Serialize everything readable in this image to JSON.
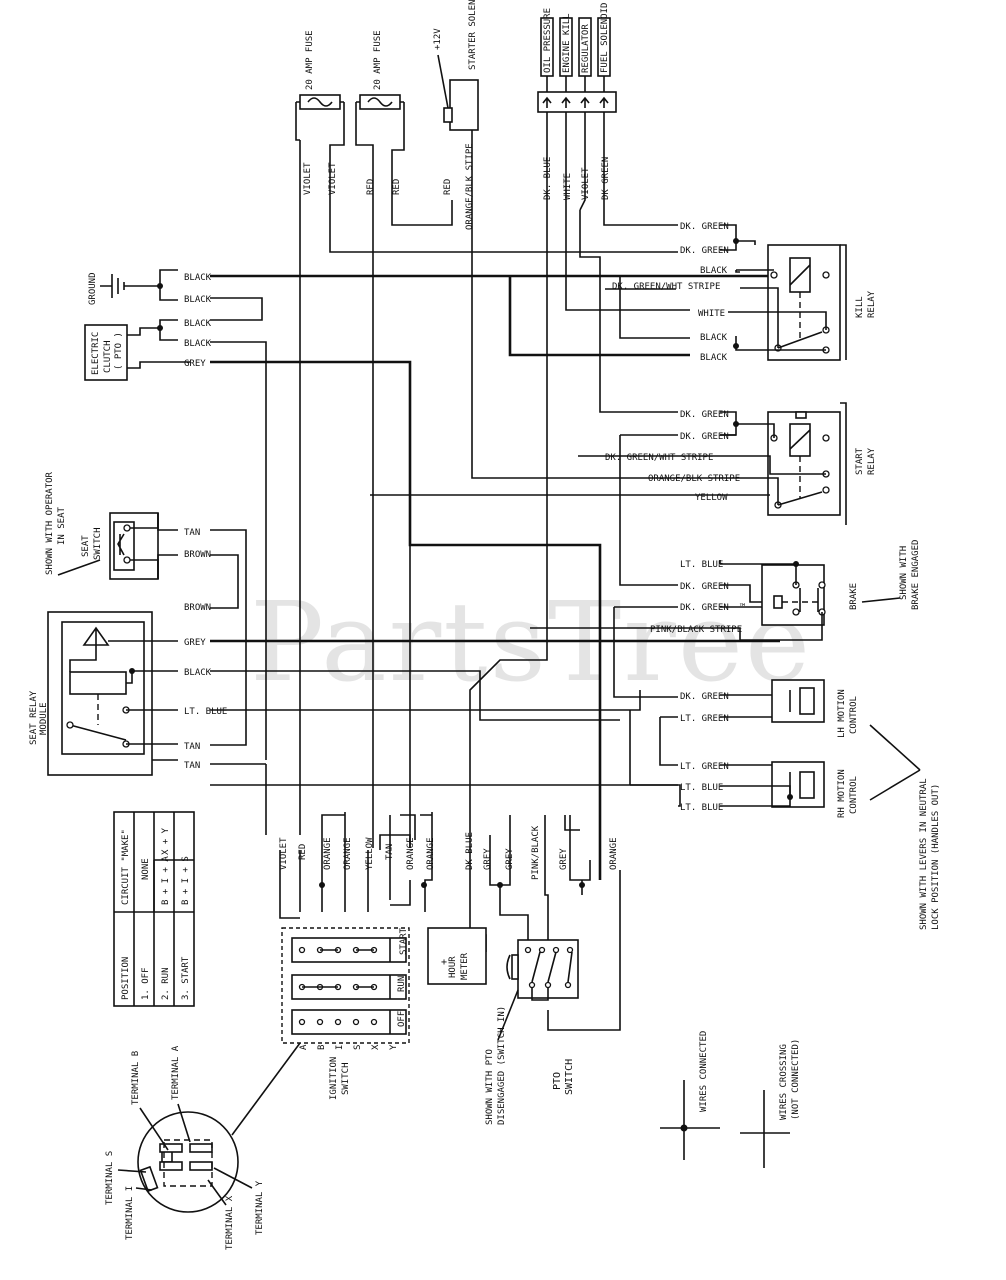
{
  "fuses": {
    "fuse1": "20 AMP FUSE",
    "fuse2": "20 AMP FUSE"
  },
  "starter": {
    "voltage": "+12V",
    "label": "STARTER SOLENOID"
  },
  "top_connector": [
    "OIL PRESSURE",
    "ENGINE KILL",
    "REGULATOR",
    "FUEL SOLENOID"
  ],
  "top_wires": {
    "violet1": "VIOLET",
    "violet2": "VIOLET",
    "red1": "RED",
    "red2": "RED",
    "red3": "RED",
    "orange_blk": "ORANGE/BLK STIPE",
    "dk_blue": "DK. BLUE",
    "white": "WHITE",
    "violet3": "VIOLET",
    "dk_green": "DK GREEN"
  },
  "left_rows": {
    "black1": "BLACK",
    "black2": "BLACK",
    "black3": "BLACK",
    "black4": "BLACK",
    "grey": "GREY",
    "tan1": "TAN",
    "brown1": "BROWN",
    "brown2": "BROWN",
    "grey2": "GREY",
    "black5": "BLACK",
    "lt_blue": "LT. BLUE",
    "tan2": "TAN",
    "tan3": "TAN"
  },
  "right_rows": {
    "dk_green1": "DK. GREEN",
    "dk_green2": "DK. GREEN",
    "black1": "BLACK",
    "dk_green_wht1": "DK. GREEN/WHT STRIPE",
    "white": "WHITE",
    "black2": "BLACK",
    "black3": "BLACK",
    "dk_green3": "DK. GREEN",
    "dk_green4": "DK. GREEN",
    "dk_green_wht2": "DK. GREEN/WHT STRIPE",
    "orange_blk": "ORANGE/BLK STRIPE",
    "yellow": "YELLOW",
    "lt_blue1": "LT. BLUE",
    "dk_green5": "DK. GREEN",
    "dk_green6": "DK. GREEN",
    "pink_black": "PINK/BLACK STRIPE",
    "dk_green7": "DK. GREEN",
    "lt_green1": "LT. GREEN",
    "lt_green2": "LT. GREEN",
    "lt_blue2": "LT. BLUE",
    "lt_blue3": "LT. BLUE"
  },
  "components": {
    "ground": "GROUND",
    "clutch": [
      "ELECTRIC",
      "CLUTCH",
      "( PTO )"
    ],
    "seat_switch": [
      "SEAT",
      "SWITCH"
    ],
    "seat_note": [
      "SHOWN WITH OPERATOR",
      "IN SEAT"
    ],
    "seat_relay": [
      "SEAT RELAY",
      "MODULE"
    ],
    "kill_relay": [
      "KILL",
      "RELAY"
    ],
    "start_relay": [
      "START",
      "RELAY"
    ],
    "brake": "BRAKE",
    "brake_note": [
      "SHOWN WITH",
      "BRAKE ENGAGED"
    ],
    "lh_motion": [
      "LH MOTION",
      "CONTROL"
    ],
    "rh_motion": [
      "RH MOTION",
      "CONTROL"
    ],
    "neutral_note": [
      "SHOWN WITH LEVERS IN NEUTRAL",
      "LOCK POSITION (HANDLES OUT)"
    ],
    "hour_meter": [
      "HOUR",
      "METER"
    ],
    "pto_switch": [
      "PTO",
      "SWITCH"
    ],
    "pto_note": [
      "SHOWN WITH PTO",
      "DISENGAGED (SWITCH IN)"
    ],
    "ignition": [
      "IGNITION",
      "SWITCH"
    ]
  },
  "bottom_wires": {
    "violet": "VIOLET",
    "red": "RED",
    "orange1": "ORANGE",
    "orange2": "ORANGE",
    "yellow": "YELLOW",
    "tan": "TAN",
    "orange3": "ORANGE",
    "orange4": "ORANGE",
    "dk_blue": "DK BLUE",
    "grey1": "GREY",
    "grey2": "GREY",
    "pink_black": "PINK/BLACK",
    "grey3": "GREY",
    "orange5": "ORANGE"
  },
  "ignition_states": [
    "START",
    "RUN",
    "OFF"
  ],
  "ignition_letters": [
    "A",
    "B",
    "I",
    "S",
    "X",
    "Y"
  ],
  "circuit_table": {
    "head": [
      "POSITION",
      "CIRCUIT \"MAKE\""
    ],
    "rows": [
      [
        "1. OFF",
        "NONE",
        ""
      ],
      [
        "2. RUN",
        "B + I + A",
        "X + Y"
      ],
      [
        "3. START",
        "B + I + S",
        ""
      ]
    ]
  },
  "terminals": [
    "TERMINAL B",
    "TERMINAL A",
    "TERMINAL S",
    "TERMINAL I",
    "TERMINAL X",
    "TERMINAL Y"
  ],
  "legend": {
    "connected": "WIRES CONNECTED",
    "crossing": [
      "WIRES CROSSING",
      "(NOT CONNECTED)"
    ]
  },
  "watermark": "PartsTree"
}
